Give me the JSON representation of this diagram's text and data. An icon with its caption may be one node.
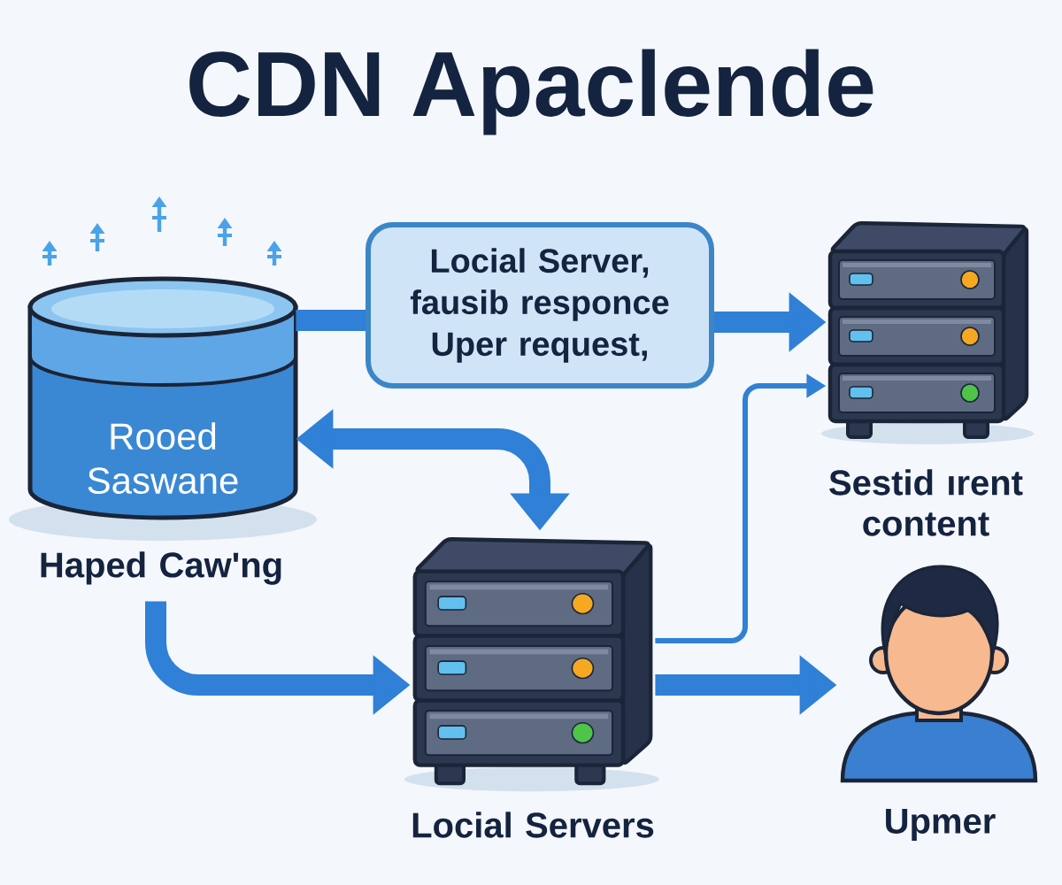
{
  "diagram": {
    "title": "CDN Apaclende",
    "nodes": [
      {
        "text": [
          "Rooed Saswane"
        ],
        "beside": [
          "Haped Caw'ng"
        ]
      },
      {
        "text": [
          "Locial Server, fausib responce Uper request,"
        ]
      },
      {
        "text": [],
        "shape": "picture",
        "beside": [
          "Sestid ırent content"
        ]
      },
      {
        "text": [],
        "shape": "picture",
        "beside": [
          "Locial Servers"
        ]
      },
      {
        "text": [],
        "shape": "person",
        "beside": [
          "Upmer"
        ]
      }
    ],
    "edges": [
      {
        "from": 0,
        "to": 1,
        "arrow": "none"
      },
      {
        "from": 1,
        "to": 2,
        "arrow": "to"
      },
      {
        "from": 0,
        "to": 3,
        "arrow": "both"
      },
      {
        "from": 0,
        "to": 3,
        "arrow": "to"
      },
      {
        "from": 3,
        "to": 2,
        "arrow": "to"
      },
      {
        "from": 3,
        "to": 4,
        "arrow": "to"
      }
    ]
  }
}
